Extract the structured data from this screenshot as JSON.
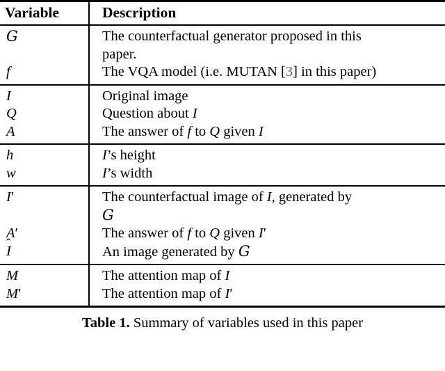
{
  "table": {
    "columns": [
      "Variable",
      "Description"
    ],
    "groups": [
      {
        "rows": [
          {
            "variable": "G",
            "variable_style": "calligraphic",
            "description_lines": [
              "The counterfactual generator proposed in this",
              "paper."
            ]
          },
          {
            "variable": "f",
            "variable_style": "italic",
            "description_lines": [
              "The VQA model (i.e. MUTAN [3] in this paper)"
            ],
            "citation": "3"
          }
        ]
      },
      {
        "rows": [
          {
            "variable": "I",
            "variable_style": "italic",
            "description_lines": [
              "Original image"
            ]
          },
          {
            "variable": "Q",
            "variable_style": "italic",
            "description_lines": [
              "Question about I"
            ]
          },
          {
            "variable": "A",
            "variable_style": "italic",
            "description_lines": [
              "The answer of f to Q given I"
            ]
          }
        ]
      },
      {
        "rows": [
          {
            "variable": "h",
            "variable_style": "italic",
            "description_lines": [
              "I's height"
            ]
          },
          {
            "variable": "w",
            "variable_style": "italic",
            "description_lines": [
              "I's width"
            ]
          }
        ]
      },
      {
        "rows": [
          {
            "variable": "I'",
            "variable_style": "italic-prime",
            "description_lines": [
              "The counterfactual image of I, generated by",
              "G"
            ]
          },
          {
            "variable": "A'",
            "variable_style": "italic-prime",
            "description_lines": [
              "The answer of f to Q given I'"
            ]
          },
          {
            "variable": "Î",
            "variable_style": "italic-hat",
            "description_lines": [
              "An image generated by G"
            ]
          }
        ]
      },
      {
        "rows": [
          {
            "variable": "M",
            "variable_style": "italic",
            "description_lines": [
              "The attention map of I"
            ]
          },
          {
            "variable": "M'",
            "variable_style": "italic-prime",
            "description_lines": [
              "The attention map of I'"
            ]
          }
        ]
      }
    ]
  },
  "caption": {
    "label": "Table 1.",
    "text": "Summary of variables used in this paper"
  },
  "colors": {
    "rule": "#000000",
    "text": "#000000",
    "citation": "#4d6b5a",
    "background": "#ffffff"
  }
}
